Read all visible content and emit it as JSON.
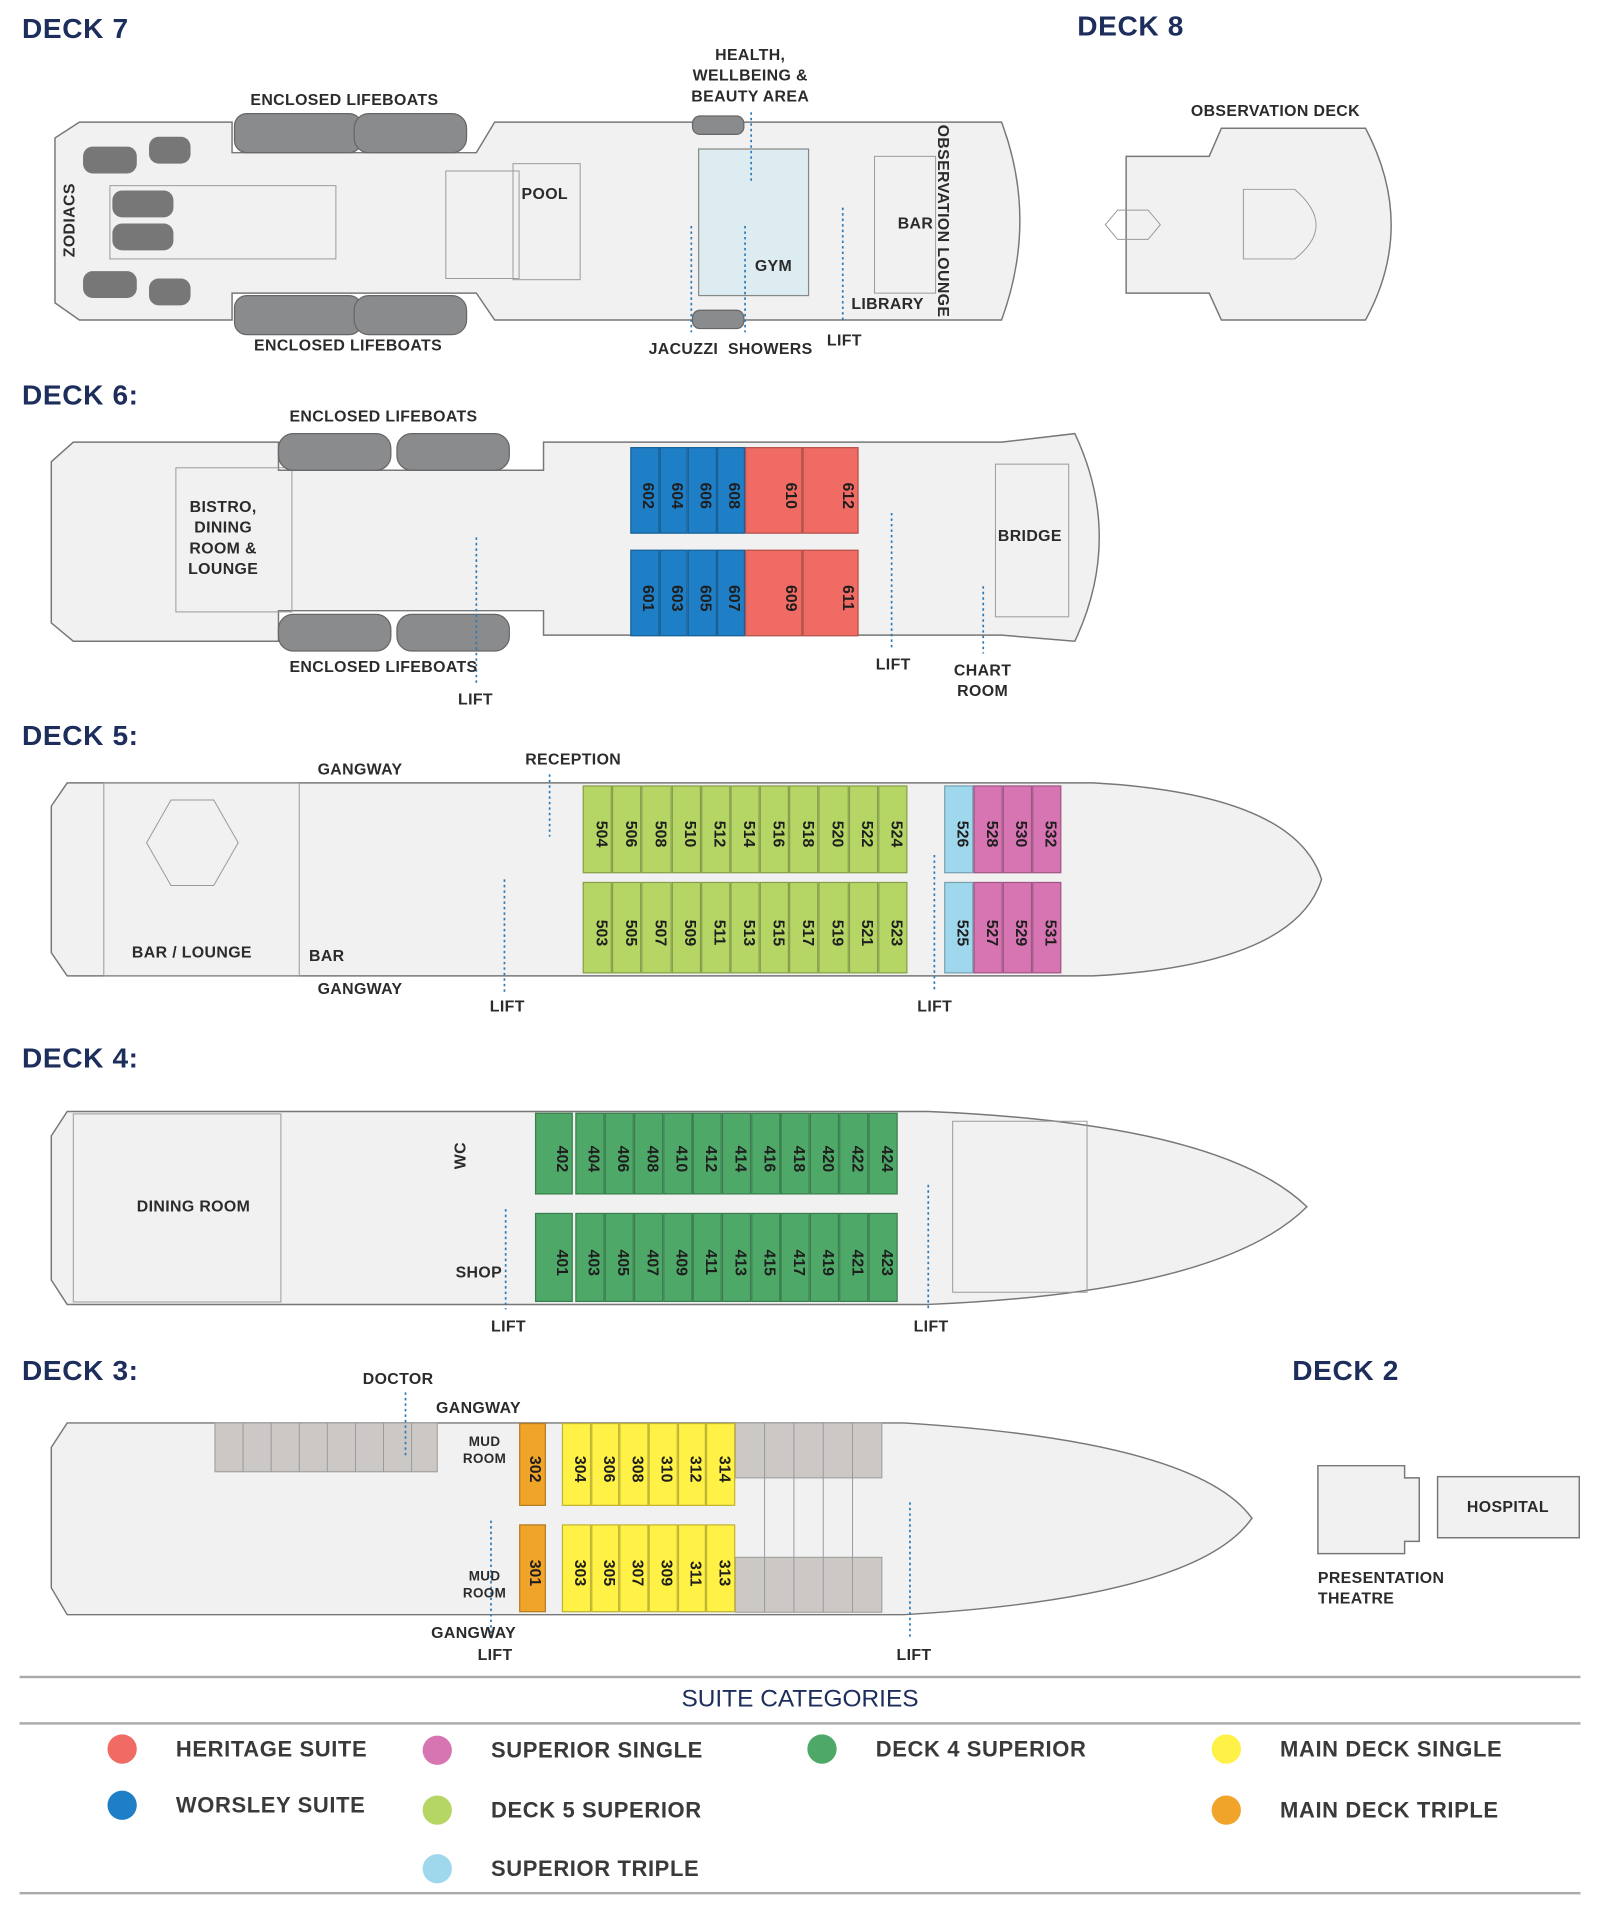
{
  "decks": {
    "d7": {
      "title": "DECK 7",
      "labels": {
        "lifeboats_top": "ENCLOSED LIFEBOATS",
        "lifeboats_bottom": "ENCLOSED LIFEBOATS",
        "health": "HEALTH,\nWELLBEING &\nBEAUTY AREA",
        "zodiacs": "ZODIACS",
        "pool": "POOL",
        "gym": "GYM",
        "bar": "BAR",
        "library": "LIBRARY",
        "obs_lounge": "OBSERVATION LOUNGE",
        "jacuzzi": "JACUZZI",
        "showers": "SHOWERS",
        "lift": "LIFT"
      }
    },
    "d8": {
      "title": "DECK 8",
      "labels": {
        "obs_deck": "OBSERVATION DECK"
      }
    },
    "d6": {
      "title": "DECK 6:",
      "labels": {
        "lifeboats_top": "ENCLOSED LIFEBOATS",
        "lifeboats_bottom": "ENCLOSED LIFEBOATS",
        "bistro": "BISTRO,\nDINING\nROOM &\nLOUNGE",
        "bridge": "BRIDGE",
        "chart_room": "CHART\nROOM",
        "lift1": "LIFT",
        "lift2": "LIFT"
      },
      "cabins_top": [
        [
          "602",
          "worsley"
        ],
        [
          "604",
          "worsley"
        ],
        [
          "606",
          "worsley"
        ],
        [
          "608",
          "worsley"
        ],
        [
          "610",
          "heritage"
        ],
        [
          "612",
          "heritage"
        ]
      ],
      "cabins_bottom": [
        [
          "601",
          "worsley"
        ],
        [
          "603",
          "worsley"
        ],
        [
          "605",
          "worsley"
        ],
        [
          "607",
          "worsley"
        ],
        [
          "609",
          "heritage"
        ],
        [
          "611",
          "heritage"
        ]
      ]
    },
    "d5": {
      "title": "DECK 5:",
      "labels": {
        "gangway_top": "GANGWAY",
        "gangway_bottom": "GANGWAY",
        "reception": "RECEPTION",
        "bar_lounge": "BAR / LOUNGE",
        "bar": "BAR",
        "lift1": "LIFT",
        "lift2": "LIFT"
      },
      "cabins_top": [
        [
          "504",
          "d5"
        ],
        [
          "506",
          "d5"
        ],
        [
          "508",
          "d5"
        ],
        [
          "510",
          "d5"
        ],
        [
          "512",
          "d5"
        ],
        [
          "514",
          "d5"
        ],
        [
          "516",
          "d5"
        ],
        [
          "518",
          "d5"
        ],
        [
          "520",
          "d5"
        ],
        [
          "522",
          "d5"
        ],
        [
          "524",
          "d5"
        ],
        [
          "526",
          "triple"
        ],
        [
          "528",
          "single"
        ],
        [
          "530",
          "single"
        ],
        [
          "532",
          "single"
        ]
      ],
      "cabins_bottom": [
        [
          "503",
          "d5"
        ],
        [
          "505",
          "d5"
        ],
        [
          "507",
          "d5"
        ],
        [
          "509",
          "d5"
        ],
        [
          "511",
          "d5"
        ],
        [
          "513",
          "d5"
        ],
        [
          "515",
          "d5"
        ],
        [
          "517",
          "d5"
        ],
        [
          "519",
          "d5"
        ],
        [
          "521",
          "d5"
        ],
        [
          "523",
          "d5"
        ],
        [
          "525",
          "triple"
        ],
        [
          "527",
          "single"
        ],
        [
          "529",
          "single"
        ],
        [
          "531",
          "single"
        ]
      ]
    },
    "d4": {
      "title": "DECK 4:",
      "labels": {
        "dining": "DINING ROOM",
        "wc": "WC",
        "shop": "SHOP",
        "lift1": "LIFT",
        "lift2": "LIFT"
      },
      "cabins_top": [
        [
          "402",
          "d4"
        ],
        [
          "404",
          "d4"
        ],
        [
          "406",
          "d4"
        ],
        [
          "408",
          "d4"
        ],
        [
          "410",
          "d4"
        ],
        [
          "412",
          "d4"
        ],
        [
          "414",
          "d4"
        ],
        [
          "416",
          "d4"
        ],
        [
          "418",
          "d4"
        ],
        [
          "420",
          "d4"
        ],
        [
          "422",
          "d4"
        ],
        [
          "424",
          "d4"
        ]
      ],
      "cabins_bottom": [
        [
          "401",
          "d4"
        ],
        [
          "403",
          "d4"
        ],
        [
          "405",
          "d4"
        ],
        [
          "407",
          "d4"
        ],
        [
          "409",
          "d4"
        ],
        [
          "411",
          "d4"
        ],
        [
          "413",
          "d4"
        ],
        [
          "415",
          "d4"
        ],
        [
          "417",
          "d4"
        ],
        [
          "419",
          "d4"
        ],
        [
          "421",
          "d4"
        ],
        [
          "423",
          "d4"
        ]
      ]
    },
    "d3": {
      "title": "DECK 3:",
      "labels": {
        "doctor": "DOCTOR",
        "gangway_top": "GANGWAY",
        "gangway_bottom": "GANGWAY",
        "mud_top": "MUD\nROOM",
        "mud_bottom": "MUD\nROOM",
        "lift1": "LIFT",
        "lift2": "LIFT"
      },
      "cabins_top": [
        [
          "302",
          "mtriple"
        ],
        [
          "304",
          "msingle"
        ],
        [
          "306",
          "msingle"
        ],
        [
          "308",
          "msingle"
        ],
        [
          "310",
          "msingle"
        ],
        [
          "312",
          "msingle"
        ],
        [
          "314",
          "msingle"
        ]
      ],
      "cabins_bottom": [
        [
          "301",
          "mtriple"
        ],
        [
          "303",
          "msingle"
        ],
        [
          "305",
          "msingle"
        ],
        [
          "307",
          "msingle"
        ],
        [
          "309",
          "msingle"
        ],
        [
          "311",
          "msingle"
        ],
        [
          "313",
          "msingle"
        ]
      ]
    },
    "d2": {
      "title": "DECK 2",
      "labels": {
        "hospital": "HOSPITAL",
        "theatre": "PRESENTATION\nTHEATRE"
      }
    }
  },
  "legend": {
    "title": "SUITE CATEGORIES",
    "items": {
      "heritage": {
        "label": "HERITAGE SUITE",
        "color": "#ef6b63"
      },
      "worsley": {
        "label": "WORSLEY SUITE",
        "color": "#1f7fc6"
      },
      "single": {
        "label": "SUPERIOR SINGLE",
        "color": "#d775b2"
      },
      "d5": {
        "label": "DECK 5 SUPERIOR",
        "color": "#b5d564"
      },
      "triple": {
        "label": "SUPERIOR TRIPLE",
        "color": "#9fd8ec"
      },
      "d4": {
        "label": "DECK 4 SUPERIOR",
        "color": "#4ea868"
      },
      "msingle": {
        "label": "MAIN DECK SINGLE",
        "color": "#fff145"
      },
      "mtriple": {
        "label": "MAIN DECK TRIPLE",
        "color": "#f1a42a"
      }
    }
  }
}
